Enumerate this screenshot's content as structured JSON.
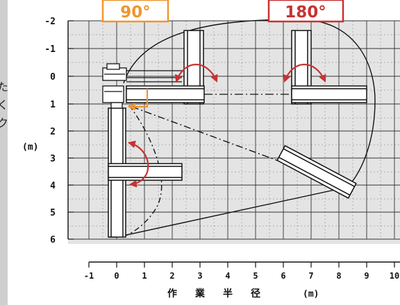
{
  "left_side_glyphs": [
    "た",
    "く",
    "ク"
  ],
  "badges": [
    {
      "label": "90°",
      "color": "#f0962e"
    },
    {
      "label": "180°",
      "color": "#c83232"
    }
  ],
  "y_axis": {
    "unit": "(m)",
    "ticks": [
      "-2",
      "-1",
      "0",
      "1",
      "2",
      "3",
      "4",
      "5",
      "6"
    ]
  },
  "x_axis": {
    "ticks": [
      "-1",
      "0",
      "1",
      "2",
      "3",
      "4",
      "5",
      "6",
      "7",
      "8",
      "9",
      "10"
    ],
    "title_chars": [
      "作",
      "業",
      "半",
      "径"
    ],
    "unit": "(m)"
  },
  "colors": {
    "grid_panel": "#e4e4e4",
    "grid_line": "#333333",
    "ink": "#111111",
    "left_frame": "#cfcfcf",
    "rotate_arrow": "#c83232",
    "fold_arrow": "#f0962e"
  }
}
